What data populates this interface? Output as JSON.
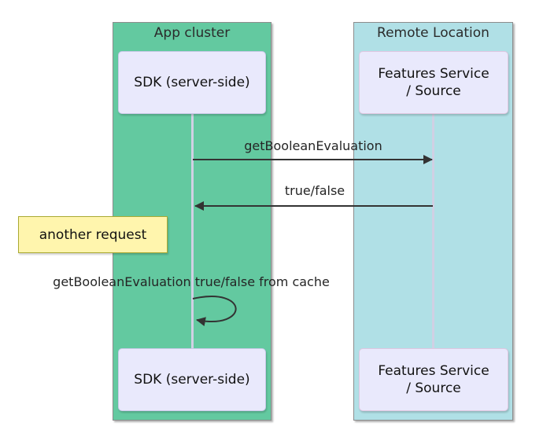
{
  "colors": {
    "background": "#ffffff",
    "app_cluster_fill": "#63c9a0",
    "app_cluster_border": "#8c8c8c",
    "remote_location_fill": "#b0e0e6",
    "actor_fill": "#e9e9fc",
    "actor_border": "#c9c9e8",
    "features_border": "#dfc7e1",
    "note_fill": "#fff5ad",
    "note_border": "#aaaa33",
    "arrow": "#333333",
    "lifeline": "#d0d0e4",
    "text": "#1f1f1f"
  },
  "groups": {
    "app_cluster": {
      "title": "App cluster"
    },
    "remote_location": {
      "title": "Remote Location"
    }
  },
  "actors": {
    "sdk_top": {
      "label": "SDK (server-side)"
    },
    "sdk_bottom": {
      "label": "SDK (server-side)"
    },
    "features_top": {
      "line1": "Features Service",
      "line2": "/ Source"
    },
    "features_bottom": {
      "line1": "Features Service",
      "line2": "/ Source"
    }
  },
  "messages": {
    "call": {
      "label": "getBooleanEvaluation"
    },
    "response": {
      "label": "true/false"
    },
    "self_loop": {
      "label": "getBooleanEvaluation true/false from cache"
    }
  },
  "note": {
    "label": "another request"
  }
}
